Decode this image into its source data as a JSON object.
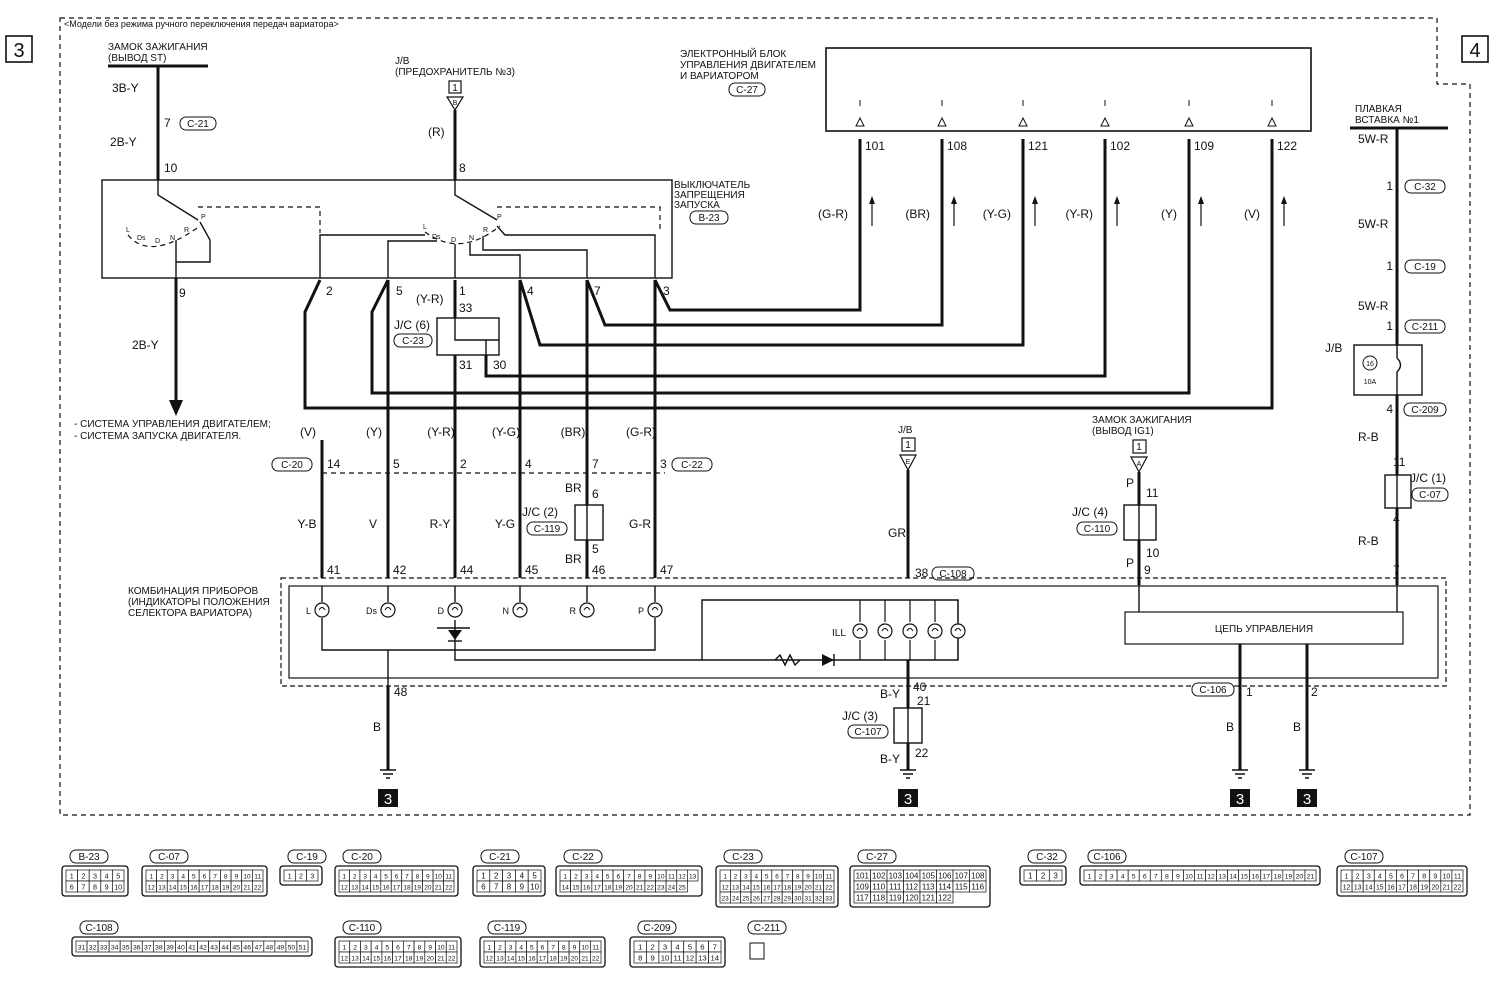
{
  "header": "<Модели без режима ручного переключения передач вариатора>",
  "page_left": "3",
  "page_right": "4",
  "ignition_st": {
    "line1": "ЗАМОК ЗАЖИГАНИЯ",
    "line2": "(ВЫВОД ST)"
  },
  "jb_fuse3": {
    "line1": "J/B",
    "line2": "(ПРЕДОХРАНИТЕЛЬ №3)",
    "badge": "1",
    "pin": "B"
  },
  "ecu": {
    "line1": "ЭЛЕКТРОННЫЙ БЛОК",
    "line2": "УПРАВЛЕНИЯ ДВИГАТЕЛЕМ",
    "line3": "И ВАРИАТОРОМ",
    "connector": "C-27"
  },
  "fusible_link": {
    "line1": "ПЛАВКАЯ",
    "line2": "ВСТАВКА №1"
  },
  "inhibitor": {
    "line1": "ВЫКЛЮЧАТЕЛЬ",
    "line2": "ЗАПРЕЩЕНИЯ",
    "line3": "ЗАПУСКА",
    "connector": "B-23",
    "left_positions": [
      "L",
      "Ds",
      "D",
      "N",
      "R",
      "P"
    ],
    "right_positions": [
      "L",
      "Ds",
      "D",
      "N",
      "R",
      "P"
    ]
  },
  "st_wires": {
    "w1": "3B-Y",
    "pin1": "7",
    "c1": "C-21",
    "w2": "2B-Y",
    "pin2": "10",
    "pin_out": "9",
    "w_out": "2B-Y"
  },
  "fuse3_wires": {
    "color": "(R)",
    "pin": "8"
  },
  "ecu_pins": [
    {
      "pin": "101",
      "color": "(G-R)"
    },
    {
      "pin": "108",
      "color": "(BR)"
    },
    {
      "pin": "121",
      "color": "(Y-G)"
    },
    {
      "pin": "102",
      "color": "(Y-R)"
    },
    {
      "pin": "109",
      "color": "(Y)"
    },
    {
      "pin": "122",
      "color": "(V)"
    }
  ],
  "switch_pins": [
    "2",
    "5",
    "1",
    "4",
    "7",
    "3"
  ],
  "jc6": {
    "label": "J/C (6)",
    "connector": "C-23",
    "color": "(Y-R)",
    "pin_in": "33",
    "pin_a": "31",
    "pin_b": "30"
  },
  "system_notes": [
    "- СИСТЕМА УПРАВЛЕНИЯ ДВИГАТЕЛЕМ;",
    "- СИСТЕМА ЗАПУСКА ДВИГАТЕЛЯ."
  ],
  "c20": "C-20",
  "c22": "C-22",
  "mid_wires": [
    {
      "color": "(V)",
      "pin": "14",
      "lower": "Y-B",
      "combo_pin": "41"
    },
    {
      "color": "(Y)",
      "pin": "5",
      "lower": "V",
      "combo_pin": "42"
    },
    {
      "color": "(Y-R)",
      "pin": "2",
      "lower": "R-Y",
      "combo_pin": "44"
    },
    {
      "color": "(Y-G)",
      "pin": "4",
      "lower": "Y-G",
      "combo_pin": "45"
    },
    {
      "color": "(BR)",
      "pin": "7",
      "lower": "BR",
      "combo_pin": "46"
    },
    {
      "color": "(G-R)",
      "pin": "3",
      "lower": "G-R",
      "combo_pin": "47"
    }
  ],
  "jc2": {
    "label": "J/C (2)",
    "connector": "C-119",
    "top_pin": "6",
    "bottom_pin": "5",
    "wire": "BR"
  },
  "jb_center": {
    "label": "J/B",
    "badge": "1",
    "pin": "E",
    "wire": "GR",
    "combo_pin": "38",
    "connector": "C-108"
  },
  "ignition_ig1": {
    "line1": "ЗАМОК ЗАЖИГАНИЯ",
    "line2": "(ВЫВОД IG1)",
    "badge": "1",
    "pin": "A",
    "wire": "P",
    "jc": "J/C (4)",
    "connector": "C-110",
    "pin_in": "11",
    "pin_out": "10",
    "combo_pin": "9"
  },
  "right_chain": [
    {
      "wire": "5W-R",
      "pin": "1",
      "connector": "C-32"
    },
    {
      "wire": "5W-R",
      "pin": "1",
      "connector": "C-19"
    },
    {
      "wire": "5W-R",
      "pin": "1",
      "connector": "C-211"
    }
  ],
  "jb_right": {
    "label": "J/B",
    "fuse_no": "16",
    "fuse_amp": "10A",
    "pin_out": "4",
    "connector": "C-209",
    "wire": "R-B"
  },
  "jc1": {
    "label": "J/C (1)",
    "connector": "C-07",
    "pin_in": "11",
    "pin_out": "4",
    "wire": "R-B",
    "combo_pin": "7"
  },
  "combo": {
    "line1": "КОМБИНАЦИЯ ПРИБОРОВ",
    "line2": "(ИНДИКАТОРЫ ПОЛОЖЕНИЯ",
    "line3": "СЕЛЕКТОРА ВАРИАТОРА)",
    "lamps": [
      "L",
      "Ds",
      "D",
      "N",
      "R",
      "P"
    ],
    "ill": "ILL",
    "control": "ЦЕПЬ УПРАВЛЕНИЯ"
  },
  "ground_left": {
    "pin": "48",
    "wire": "B",
    "mark": "3"
  },
  "jc3": {
    "label": "J/C (3)",
    "connector": "C-107",
    "pin_in": "40",
    "wire_in": "B-Y",
    "pin_a": "21",
    "pin_b": "22",
    "wire_out": "B-Y",
    "mark": "3"
  },
  "control_grounds": [
    {
      "connector": "C-106",
      "pin": "1",
      "wire": "B",
      "mark": "3"
    },
    {
      "pin": "2",
      "wire": "B",
      "mark": "3"
    }
  ],
  "legend_row1": [
    {
      "name": "B-23",
      "cells": [
        "1",
        "2",
        "3",
        "4",
        "5",
        "6",
        "7",
        "8",
        "9",
        "10"
      ]
    },
    {
      "name": "C-07",
      "cells": [
        "1",
        "2",
        "3",
        "4",
        "5",
        "6",
        "7",
        "8",
        "9",
        "10",
        "11",
        "12",
        "13",
        "14",
        "15",
        "16",
        "17",
        "18",
        "19",
        "20",
        "21",
        "22"
      ]
    },
    {
      "name": "C-19",
      "cells": [
        "1",
        "2",
        "3"
      ]
    },
    {
      "name": "C-20",
      "cells": [
        "1",
        "2",
        "3",
        "4",
        "5",
        "6",
        "7",
        "8",
        "9",
        "10",
        "11",
        "12",
        "13",
        "14",
        "15",
        "16",
        "17",
        "18",
        "19",
        "20",
        "21",
        "22"
      ]
    },
    {
      "name": "C-21",
      "cells": [
        "1",
        "2",
        "3",
        "4",
        "5",
        "6",
        "7",
        "8",
        "9",
        "10"
      ]
    },
    {
      "name": "C-22",
      "cells": [
        "1",
        "2",
        "3",
        "4",
        "5",
        "6",
        "7",
        "8",
        "9",
        "10",
        "11",
        "12",
        "13",
        "14",
        "15",
        "16",
        "17",
        "18",
        "19",
        "20",
        "21",
        "22",
        "23",
        "24",
        "25"
      ]
    },
    {
      "name": "C-23",
      "cells": [
        "1",
        "2",
        "3",
        "4",
        "5",
        "6",
        "7",
        "8",
        "9",
        "10",
        "11",
        "12",
        "13",
        "14",
        "15",
        "16",
        "17",
        "18",
        "19",
        "20",
        "21",
        "22",
        "23",
        "24",
        "25",
        "26",
        "27",
        "28",
        "29",
        "30",
        "31",
        "32",
        "33"
      ]
    },
    {
      "name": "C-27",
      "cells": [
        "101",
        "102",
        "103",
        "104",
        "105",
        "106",
        "107",
        "108",
        "109",
        "110",
        "111",
        "112",
        "113",
        "114",
        "115",
        "116",
        "117",
        "118",
        "119",
        "120",
        "121",
        "122"
      ]
    },
    {
      "name": "C-32",
      "cells": [
        "1",
        "2",
        "3"
      ]
    },
    {
      "name": "C-106",
      "cells": [
        "1",
        "2",
        "3",
        "4",
        "5",
        "6",
        "7",
        "8",
        "9",
        "10",
        "11",
        "12",
        "13",
        "14",
        "15",
        "16",
        "17",
        "18",
        "19",
        "20",
        "21"
      ]
    },
    {
      "name": "C-107",
      "cells": [
        "1",
        "2",
        "3",
        "4",
        "5",
        "6",
        "7",
        "8",
        "9",
        "10",
        "11",
        "12",
        "13",
        "14",
        "15",
        "16",
        "17",
        "18",
        "19",
        "20",
        "21",
        "22"
      ]
    }
  ],
  "legend_row2": [
    {
      "name": "C-108",
      "cells": [
        "31",
        "32",
        "33",
        "34",
        "35",
        "36",
        "37",
        "38",
        "39",
        "40",
        "41",
        "42",
        "43",
        "44",
        "45",
        "46",
        "47",
        "48",
        "49",
        "50",
        "51"
      ]
    },
    {
      "name": "C-110",
      "cells": [
        "1",
        "2",
        "3",
        "4",
        "5",
        "6",
        "7",
        "8",
        "9",
        "10",
        "11",
        "12",
        "13",
        "14",
        "15",
        "16",
        "17",
        "18",
        "19",
        "20",
        "21",
        "22"
      ]
    },
    {
      "name": "C-119",
      "cells": [
        "1",
        "2",
        "3",
        "4",
        "5",
        "6",
        "7",
        "8",
        "9",
        "10",
        "11",
        "12",
        "13",
        "14",
        "15",
        "16",
        "17",
        "18",
        "19",
        "20",
        "21",
        "22"
      ]
    },
    {
      "name": "C-209",
      "cells": [
        "1",
        "2",
        "3",
        "4",
        "5",
        "6",
        "7",
        "8",
        "9",
        "10",
        "11",
        "12",
        "13",
        "14"
      ]
    },
    {
      "name": "C-211",
      "cells": []
    }
  ]
}
